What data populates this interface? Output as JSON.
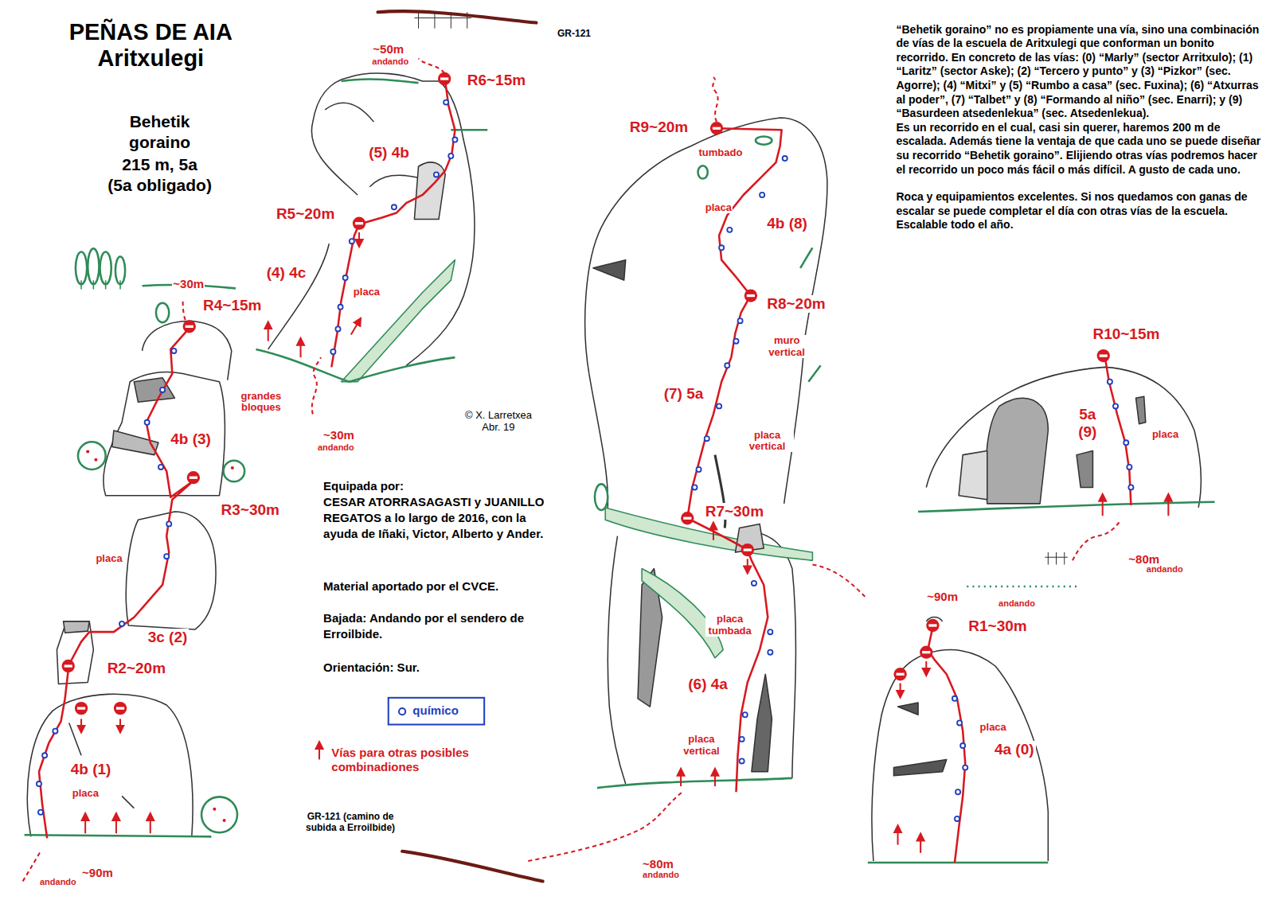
{
  "diagram": {
    "title": "PEÑAS DE AIA Aritxulegi",
    "labels": [
      "Behetik goraino",
      "215 m, 5a",
      "(5a obligado)",
      "R1~30m",
      "R2~20m",
      "R3~30m",
      "R4~15m",
      "R5~20m",
      "R6~15m",
      "R7~30m",
      "R8~20m",
      "R9~20m",
      "R10~15m",
      "4a (0)",
      "4b (1)",
      "3c (2)",
      "4b (3)",
      "(4) 4c",
      "(5) 4b",
      "(6) 4a",
      "(7) 5a",
      "4b (8)",
      "5a (9)",
      "placa",
      "placa",
      "grandes bloques",
      "placa",
      "placa",
      "muro vertical",
      "placa vertical",
      "placa tumbada",
      "placa vertical",
      "tumbado",
      "placa",
      "placa",
      "~90m",
      "andando",
      "~30m",
      "~50m",
      "andando",
      "~30m",
      "andando",
      "~80m",
      "andando",
      "~90m",
      "andando",
      "~80m",
      "andando",
      "GR-121",
      "GR-121 (camino de subida a Erroilbide)",
      "© X. Larretxea Abr. 19",
      "Equipada por:",
      "CESAR ATORRASAGASTI y JUANILLO REGATOS a lo largo de 2016, con la ayuda de Iñaki, Victor, Alberto y Ander.",
      "Material aportado por el CVCE.",
      "Bajada: Andando por el sendero de Erroilbide.",
      "Orientación: Sur.",
      "“Behetik goraino” no es propiamente una vía, sino una combinación de vías de la escuela de Aritxulegi que conforman un bonito recorrido. En concreto de las vías: (0) “Marly” (sector Arritxulo); (1) “Laritz” (sector Aske); (2) “Tercero y punto” y (3) “Pizkor” (sec. Agorre); (4) “Mitxi” y (5) “Rumbo a casa” (sec. Fuxina); (6) “Atxurras al poder”, (7) “Talbet” y (8) “Formando al niño” (sec. Enarri); y (9) “Basurdeen atsedenlekua” (sec. Atsedenlekua).",
      "Es un recorrido en el cual, casi sin querer, haremos 200 m de escalada. Además tiene la ventaja de que cada uno se puede diseñar su recorrido “Behetik goraino”. Elijiendo otras vías podremos hacer el recorrido un poco más fácil o más difícil. A gusto de cada uno.",
      "Roca y equipamientos excelentes. Si nos quedamos con ganas de escalar se puede completar el día con otras vías de la escuela. Escalable todo el año."
    ],
    "legend": [
      {
        "text": "químico"
      },
      {
        "text": "Vías para otras posibles combinadiones"
      }
    ]
  }
}
